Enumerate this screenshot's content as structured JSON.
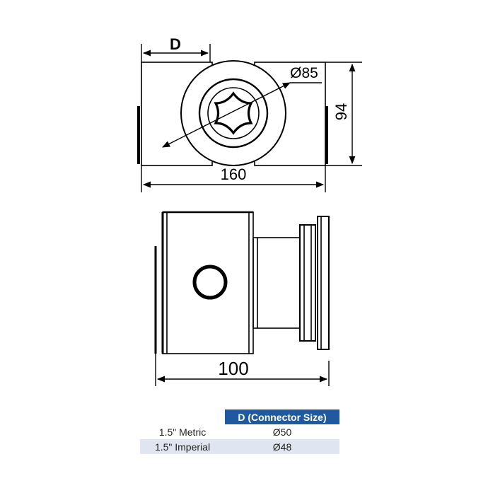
{
  "dimensions": {
    "d_label": "D",
    "diameter": "Ø85",
    "height": "94",
    "width": "160",
    "depth": "100"
  },
  "table": {
    "header": "D (Connector Size)",
    "rows": [
      {
        "label": "1.5\" Metric",
        "value": "Ø50"
      },
      {
        "label": "1.5\" Imperial",
        "value": "Ø48"
      }
    ],
    "header_color": "#1f5aa0",
    "stripe_color": "#dfe6f1"
  }
}
